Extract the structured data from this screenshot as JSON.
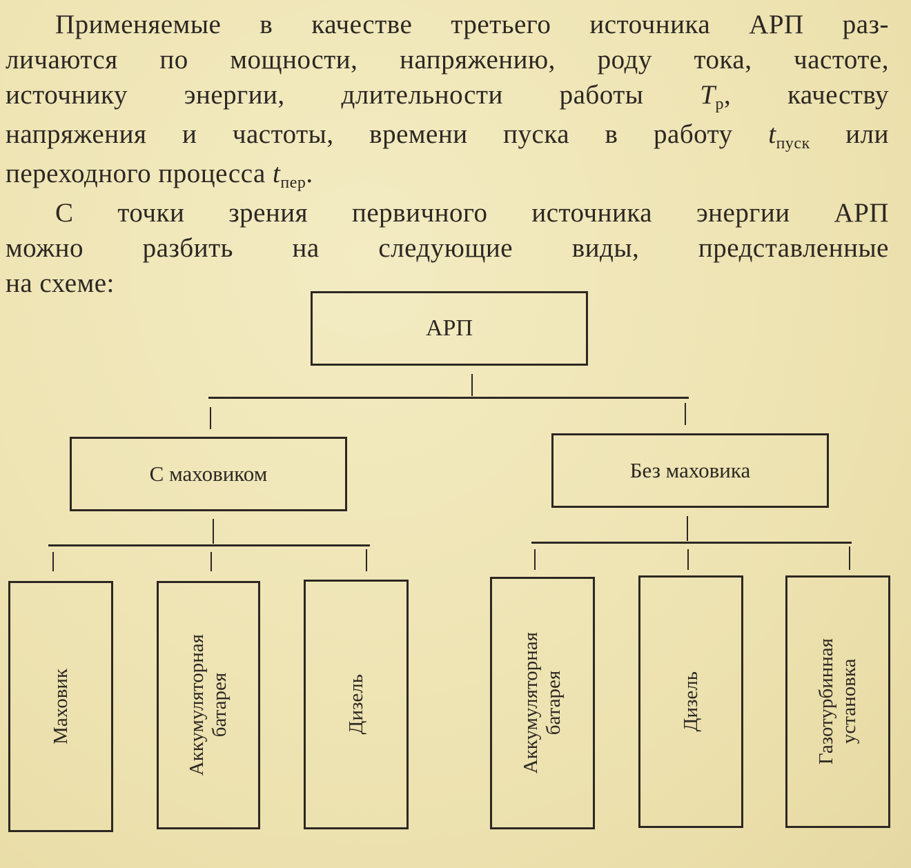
{
  "paragraph1": {
    "line1": "Применяемые в качестве третьего источника АРП раз-",
    "line2": "личаются по мощности, напряжению, роду тока, частоте,",
    "line3_a": "источнику энергии, длительности работы ",
    "line3_var": "T",
    "line3_sub": "р",
    "line3_b": ", качеству",
    "line4_a": "напряжения и частоты, времени пуска в работу ",
    "line4_var": "t",
    "line4_sub": "пуск",
    "line4_b": " или",
    "line5_a": "переходного процесса ",
    "line5_var": "t",
    "line5_sub": "пер",
    "line5_b": "."
  },
  "paragraph2": {
    "line1": "С точки зрения первичного источника энергии АРП",
    "line2": "можно разбить на следующие виды, представленные",
    "line3": "на схеме:"
  },
  "diagram": {
    "root": "АРП",
    "left": {
      "label": "С маховиком",
      "children": [
        "Маховик",
        "Аккумуляторная батарея",
        "Дизель"
      ]
    },
    "right": {
      "label": "Без маховика",
      "children": [
        "Аккумуляторная батарея",
        "Дизель",
        "Газотурбинная установка"
      ]
    },
    "leaf_lines": {
      "acc1": "Аккумуляторная",
      "acc2": "батарея",
      "gas1": "Газотурбинная",
      "gas2": "установка"
    }
  }
}
